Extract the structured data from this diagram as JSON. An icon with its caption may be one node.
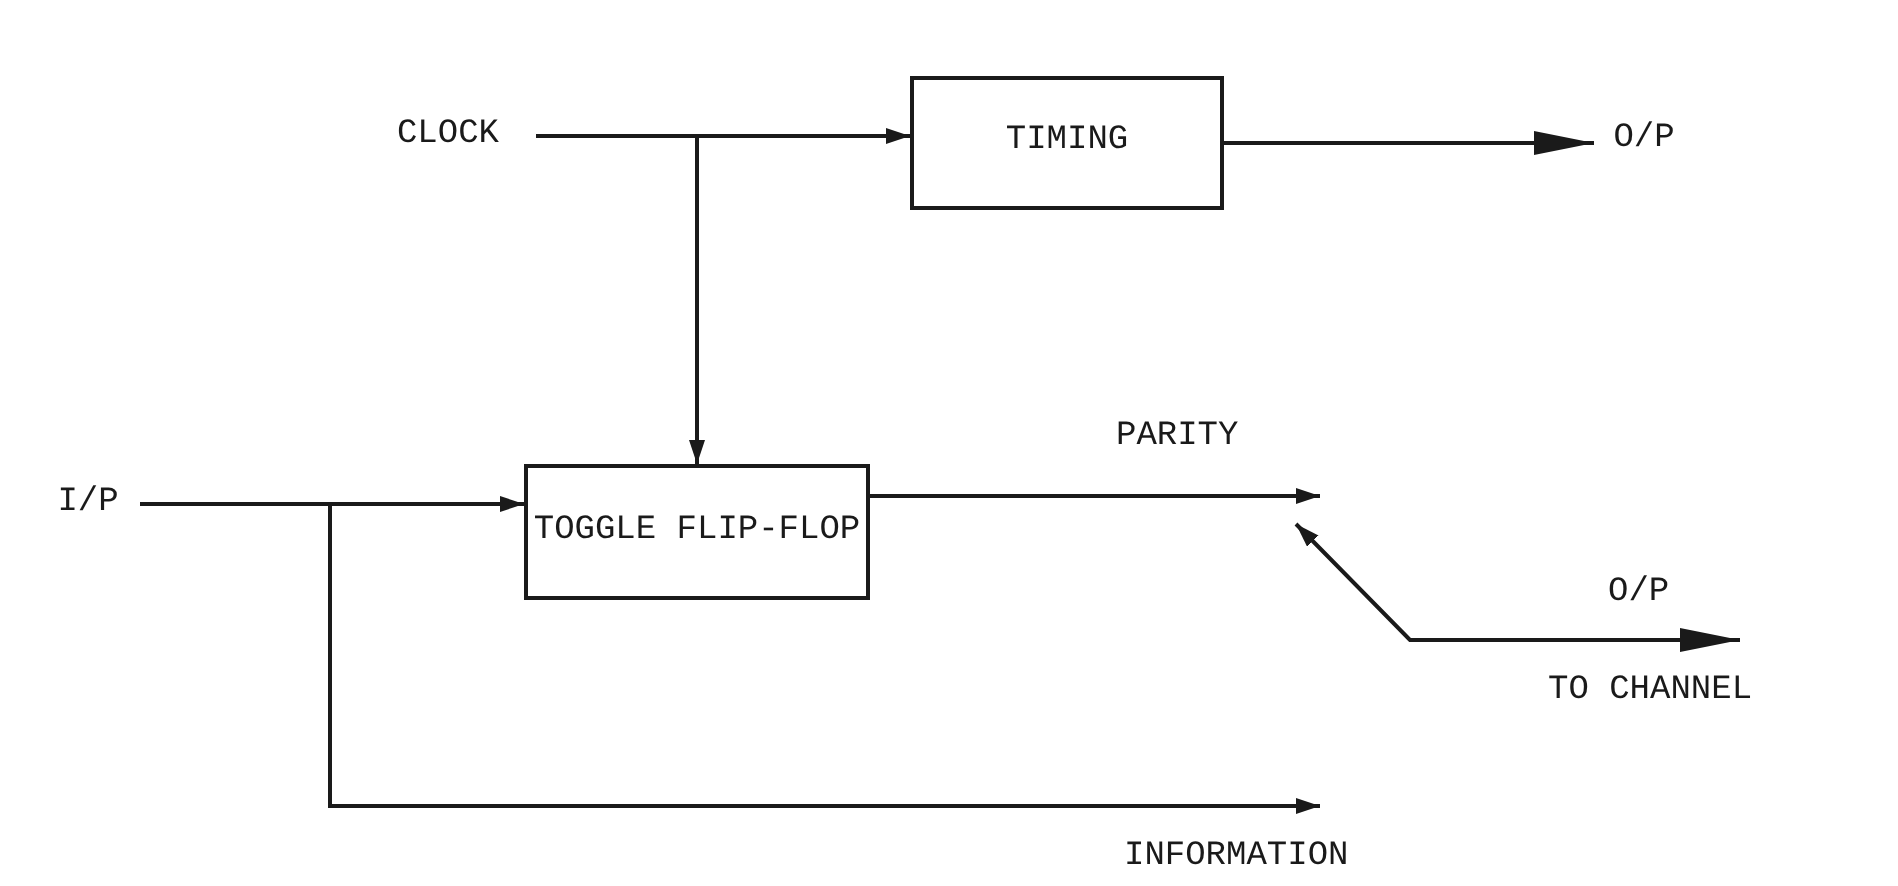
{
  "diagram": {
    "nodes": [
      {
        "text": [
          "CLOCK"
        ]
      },
      {
        "text": [
          "TIMING"
        ]
      },
      {
        "text": [
          "O/P"
        ]
      },
      {
        "text": [
          "TOGGLE FLIP-FLOP"
        ]
      },
      {
        "text": [
          "I/P"
        ]
      },
      {
        "text": [
          "O/P",
          "TO CHANNEL"
        ]
      }
    ],
    "edges": [
      {
        "from": 0,
        "to": 1,
        "arrow": "to"
      },
      {
        "from": 0,
        "to": 3,
        "arrow": "to"
      },
      {
        "from": 1,
        "to": 2,
        "arrow": "to"
      },
      {
        "from": 4,
        "to": 3,
        "arrow": "to"
      },
      {
        "from": 4,
        "to": null,
        "arrow": "to",
        "label": "INFORMATION"
      },
      {
        "from": 3,
        "to": null,
        "arrow": "to",
        "label": "PARITY"
      },
      {
        "from": null,
        "to": 5,
        "arrow": "both"
      }
    ]
  }
}
